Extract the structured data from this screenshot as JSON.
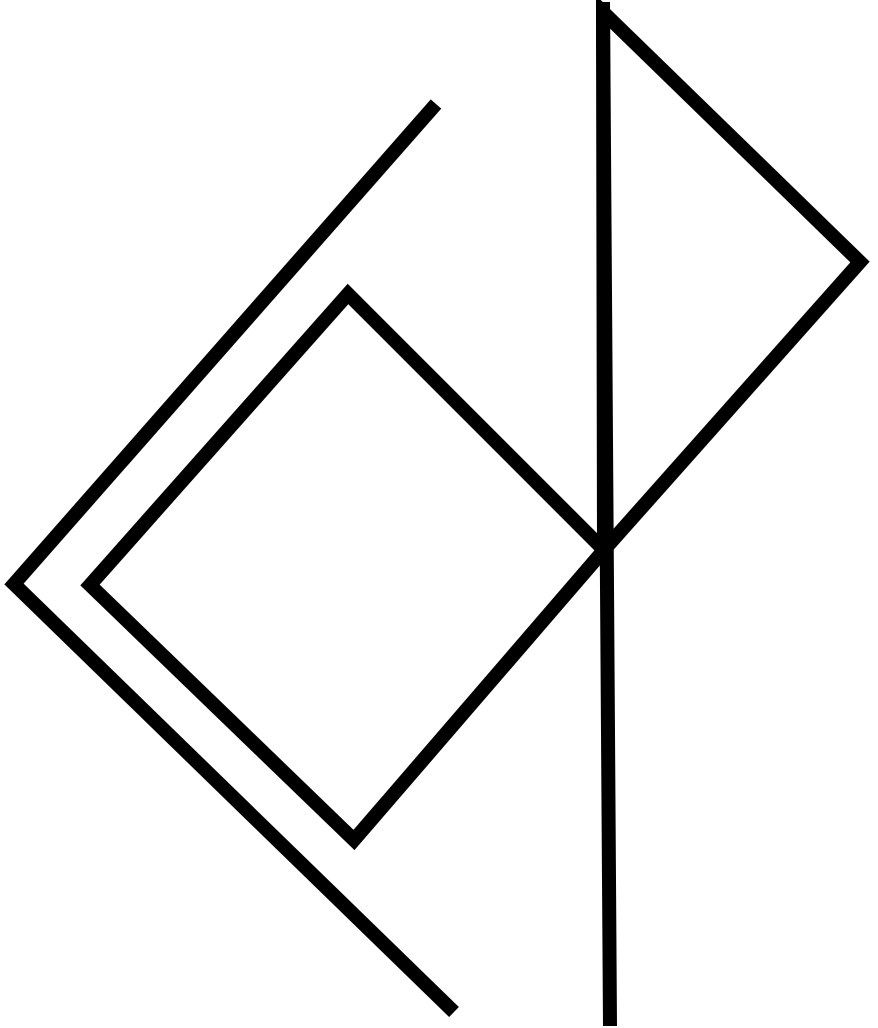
{
  "diagram": {
    "shapes": [
      {
        "name": "pink-square",
        "kind": "polygon",
        "fill": "#fde0e2",
        "stroke": "#000000"
      },
      {
        "name": "blue-triangle",
        "kind": "polygon",
        "fill": "#cfe2fb",
        "stroke": "#000000"
      },
      {
        "name": "chevron-bracket",
        "kind": "polyline",
        "fill": "none",
        "stroke": "#000000"
      },
      {
        "name": "vertical-line",
        "kind": "line",
        "fill": "none",
        "stroke": "#000000"
      }
    ]
  }
}
